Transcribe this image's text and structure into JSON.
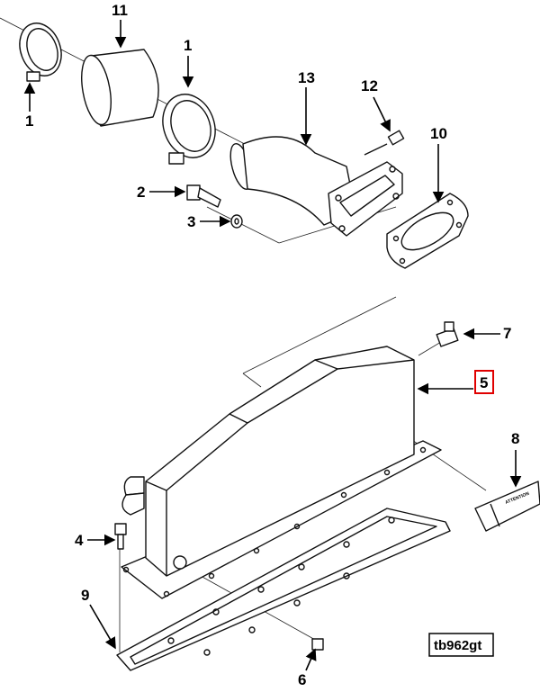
{
  "diagram": {
    "reference_code": "tb962gt",
    "highlight_color": "#e00000",
    "highlighted_callout": "5",
    "callouts": [
      {
        "id": "c11",
        "label": "11"
      },
      {
        "id": "c1a",
        "label": "1"
      },
      {
        "id": "c1b",
        "label": "1"
      },
      {
        "id": "c13",
        "label": "13"
      },
      {
        "id": "c12",
        "label": "12"
      },
      {
        "id": "c10",
        "label": "10"
      },
      {
        "id": "c2",
        "label": "2"
      },
      {
        "id": "c3",
        "label": "3"
      },
      {
        "id": "c7",
        "label": "7"
      },
      {
        "id": "c5",
        "label": "5"
      },
      {
        "id": "c8",
        "label": "8"
      },
      {
        "id": "c4",
        "label": "4"
      },
      {
        "id": "c9",
        "label": "9"
      },
      {
        "id": "c6",
        "label": "6"
      }
    ],
    "decal_text": "ATTENTION"
  }
}
